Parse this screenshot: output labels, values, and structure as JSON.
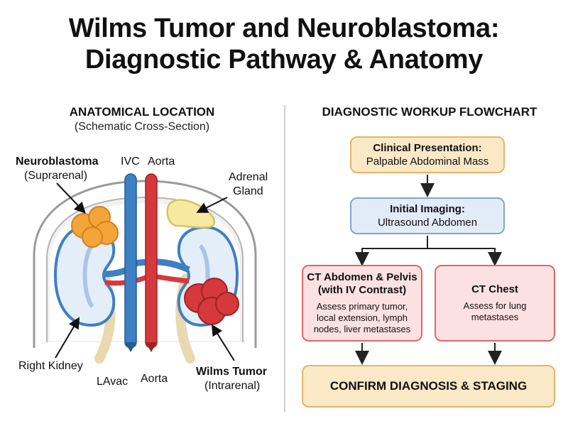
{
  "title": {
    "line1": "Wilms Tumor and Neuroblastoma:",
    "line2": "Diagnostic Pathway & Anatomy"
  },
  "anatomy": {
    "heading": "ANATOMICAL LOCATION",
    "subheading": "(Schematic Cross-Section)",
    "labels": {
      "neuroblastoma_title": "Neuroblastoma",
      "neuroblastoma_sub": "(Suprarenal)",
      "ivc": "IVC",
      "aorta_top": "Aorta",
      "adrenal_line1": "Adrenal",
      "adrenal_line2": "Gland",
      "right_kidney": "Right Kidney",
      "lavac": "LAvac",
      "aorta_bottom": "Aorta",
      "wilms_title": "Wilms Tumor",
      "wilms_sub": "(Intrarenal)"
    },
    "colors": {
      "ivc": "#3f7fc4",
      "aorta": "#d6393b",
      "kidney_fill": "#e4eef9",
      "kidney_stroke": "#3f7fc4",
      "neuroblastoma": "#f3a53a",
      "wilms": "#d6393b",
      "adrenal": "#f7e9a0"
    }
  },
  "flowchart": {
    "heading": "DIAGNOSTIC WORKUP FLOWCHART",
    "clinical": {
      "title": "Clinical Presentation:",
      "sub": "Palpable Abdominal Mass"
    },
    "imaging": {
      "title": "Initial Imaging:",
      "sub": "Ultrasound Abdomen"
    },
    "ct_abdomen": {
      "title_line1": "CT Abdomen & Pelvis",
      "title_line2": "(with IV Contrast)",
      "desc_line1": "Assess primary tumor,",
      "desc_line2": "local extension, lymph",
      "desc_line3": "nodes, liver metastases"
    },
    "ct_chest": {
      "title": "CT Chest",
      "desc_line1": "Assess for lung",
      "desc_line2": "metastases"
    },
    "confirm": {
      "title": "CONFIRM DIAGNOSIS & STAGING"
    },
    "colors": {
      "orange_fill": "#fbe8c7",
      "orange_border": "#e7b46c",
      "blue_fill": "#e2ecf8",
      "blue_border": "#7ea5d3",
      "red_fill": "#fbe1e1",
      "red_border": "#d86a6a"
    }
  }
}
